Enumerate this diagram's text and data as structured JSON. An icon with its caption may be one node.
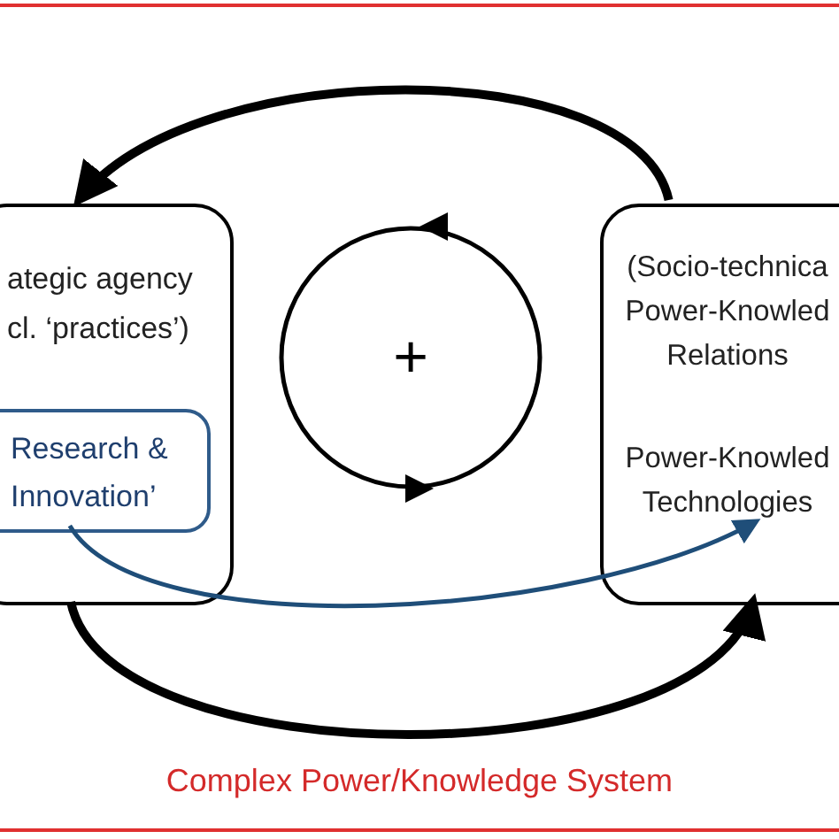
{
  "diagram": {
    "nodes": [
      {
        "text": [
          "Complex Power/Knowledge System"
        ]
      },
      {
        "text": [
          "ategic agency cl. ‘practices’)"
        ],
        "in": 0
      },
      {
        "text": [
          "Research & Innovation’"
        ],
        "in": 1
      },
      {
        "text": [
          "(Socio-technica Power-Knowled Relations",
          "Power-Knowled Technologies"
        ],
        "in": 0
      },
      {
        "text": [
          "+"
        ],
        "in": 0
      }
    ],
    "edges": [
      {
        "from": 3,
        "to": 1,
        "arrow": "to"
      },
      {
        "from": 1,
        "to": 3,
        "arrow": "to"
      },
      {
        "from": 2,
        "to": 3,
        "arrow": "to",
        "color": "#1f4e79"
      }
    ]
  }
}
